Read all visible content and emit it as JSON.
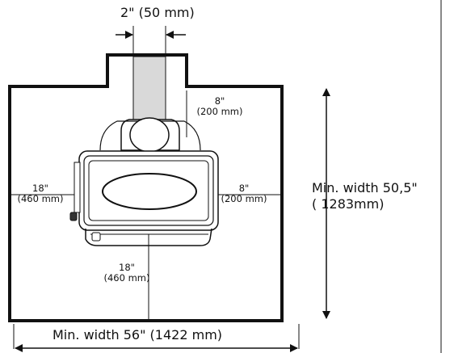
{
  "diagram": {
    "top_gap": "2\" (50 mm)",
    "rear_clearance": {
      "line1": "8\"",
      "line2": "(200 mm)"
    },
    "left_clearance": {
      "line1": "18\"",
      "line2": "(460 mm)"
    },
    "right_clearance": {
      "line1": "8\"",
      "line2": "(200 mm)"
    },
    "front_clearance": {
      "line1": "18\"",
      "line2": "(460 mm)"
    },
    "side_width": {
      "line1": "Min. width 50,5\"",
      "line2": "( 1283mm)"
    },
    "bottom_width": "Min. width 56\" (1422 mm)",
    "colors": {
      "stroke": "#111111",
      "chimney_fill": "#d9d9d9",
      "background": "#ffffff"
    }
  }
}
